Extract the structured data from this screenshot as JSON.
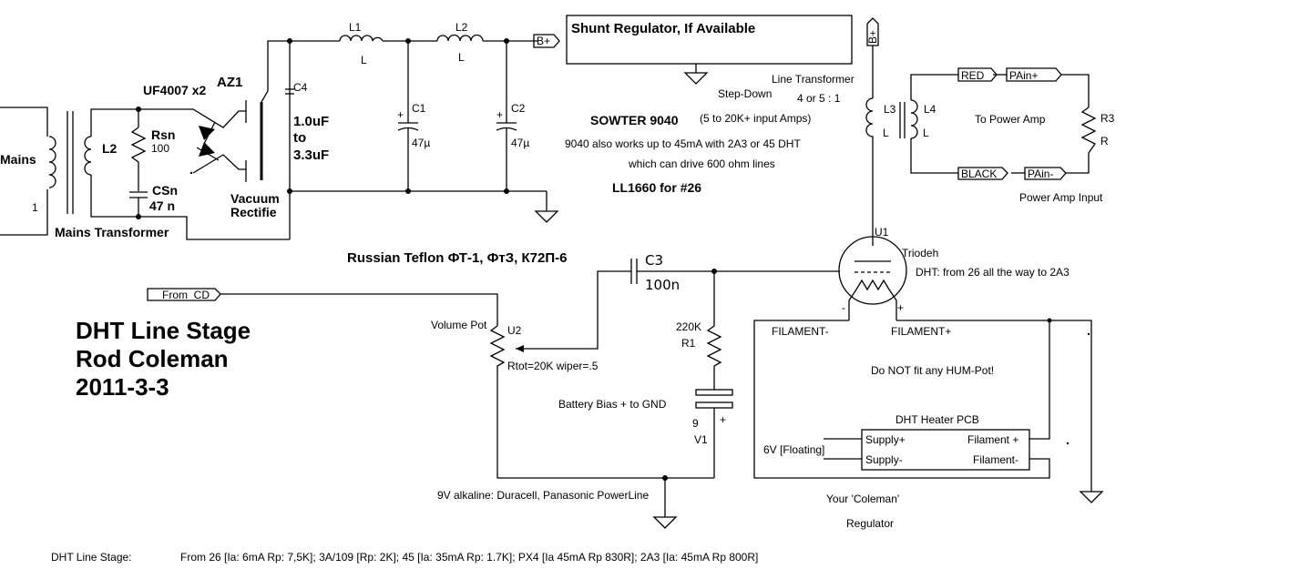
{
  "title_block": {
    "line1": "DHT Line Stage",
    "line2": "Rod Coleman",
    "line3": "2011-3-3"
  },
  "mains": {
    "mains_label": "Mains",
    "mains_pin": "1",
    "l2_label": "L2",
    "transformer_label": "Mains Transformer",
    "rsn_name": "Rsn",
    "rsn_value": "100",
    "csn_name": "CSn",
    "csn_value": "47 n",
    "uf_label": "UF4007 x2",
    "az1_label": "AZ1",
    "vacuum_line1": "Vacuum",
    "vacuum_line2": "Rectifie"
  },
  "psu": {
    "c4_name": "C4",
    "c4_value1": "1.0uF",
    "c4_value2": "to",
    "c4_value3": "3.3uF",
    "l1_name": "L1",
    "l1_sub": "L",
    "l2_name": "L2",
    "l2_sub": "L",
    "c1_name": "C1",
    "c1_value": "47µ",
    "c2_name": "C2",
    "c2_value": "47µ",
    "bplus": "B+",
    "plus": "+"
  },
  "shunt": {
    "label": "Shunt Regulator, If Available",
    "bplus": "B+"
  },
  "notes": {
    "sowter": "SOWTER 9040",
    "sowter_note1": "9040 also works up to 45mA with 2A3 or 45 DHT",
    "sowter_note2": "which can drive 600 ohm lines",
    "ll1660": "LL1660 for #26",
    "stepdown": "Step-Down",
    "input_amps": "(5 to 20K+ input Amps)"
  },
  "line_transformer": {
    "label": "Line Transformer",
    "ratio": "4 or 5 : 1",
    "l3_name": "L3",
    "l3_sub": "L",
    "l4_name": "L4",
    "l4_sub": "L"
  },
  "power_amp": {
    "red": "RED",
    "black": "BLACK",
    "pain_plus": "PAin+",
    "pain_minus": "PAin-",
    "to_power_amp": "To Power Amp",
    "r3_name": "R3",
    "r3_sub": "R",
    "input_label": "Power Amp Input"
  },
  "tube": {
    "u1": "U1",
    "type": "Triodeh",
    "dht_note": "DHT: from 26 all the way to 2A3",
    "minus": "-",
    "plus": "+"
  },
  "coupling": {
    "teflon": "Russian Teflon ФТ-1, ФтЗ, К72П-6",
    "c3_name": "C3",
    "c3_value": "100n"
  },
  "input": {
    "from_cd": "From_CD",
    "volume_pot": "Volume Pot",
    "u2": "U2",
    "rtot": "Rtot=20K wiper=.5"
  },
  "bias": {
    "r1_value": "220K",
    "r1_name": "R1",
    "battery_label": "Battery Bias + to GND",
    "v1_value": "9",
    "v1_plus": "+",
    "v1_name": "V1",
    "alkaline": "9V alkaline: Duracell, Panasonic PowerLine"
  },
  "heater": {
    "filament_minus": "FILAMENT-",
    "filament_plus": "FILAMENT+",
    "no_hum_pot": "Do NOT fit any HUM-Pot!",
    "pcb_label": "DHT Heater PCB",
    "supply_plus": "Supply+",
    "supply_minus": "Supply-",
    "pin_fil_plus": "Filament +",
    "pin_fil_minus": "Filament-",
    "six_v": "6V [Floating]",
    "coleman1": "Your 'Coleman'",
    "coleman2": "Regulator"
  },
  "footer": {
    "label": "DHT Line Stage:",
    "tubes": "From 26 [Ia: 6mA Rp: 7,5K]; 3A/109 [Rp: 2K]; 45 [Ia: 35mA Rp: 1.7K]; PX4 [Ia 45mA Rp 830R]; 2A3 [Ia: 45mA Rp 800R]"
  }
}
